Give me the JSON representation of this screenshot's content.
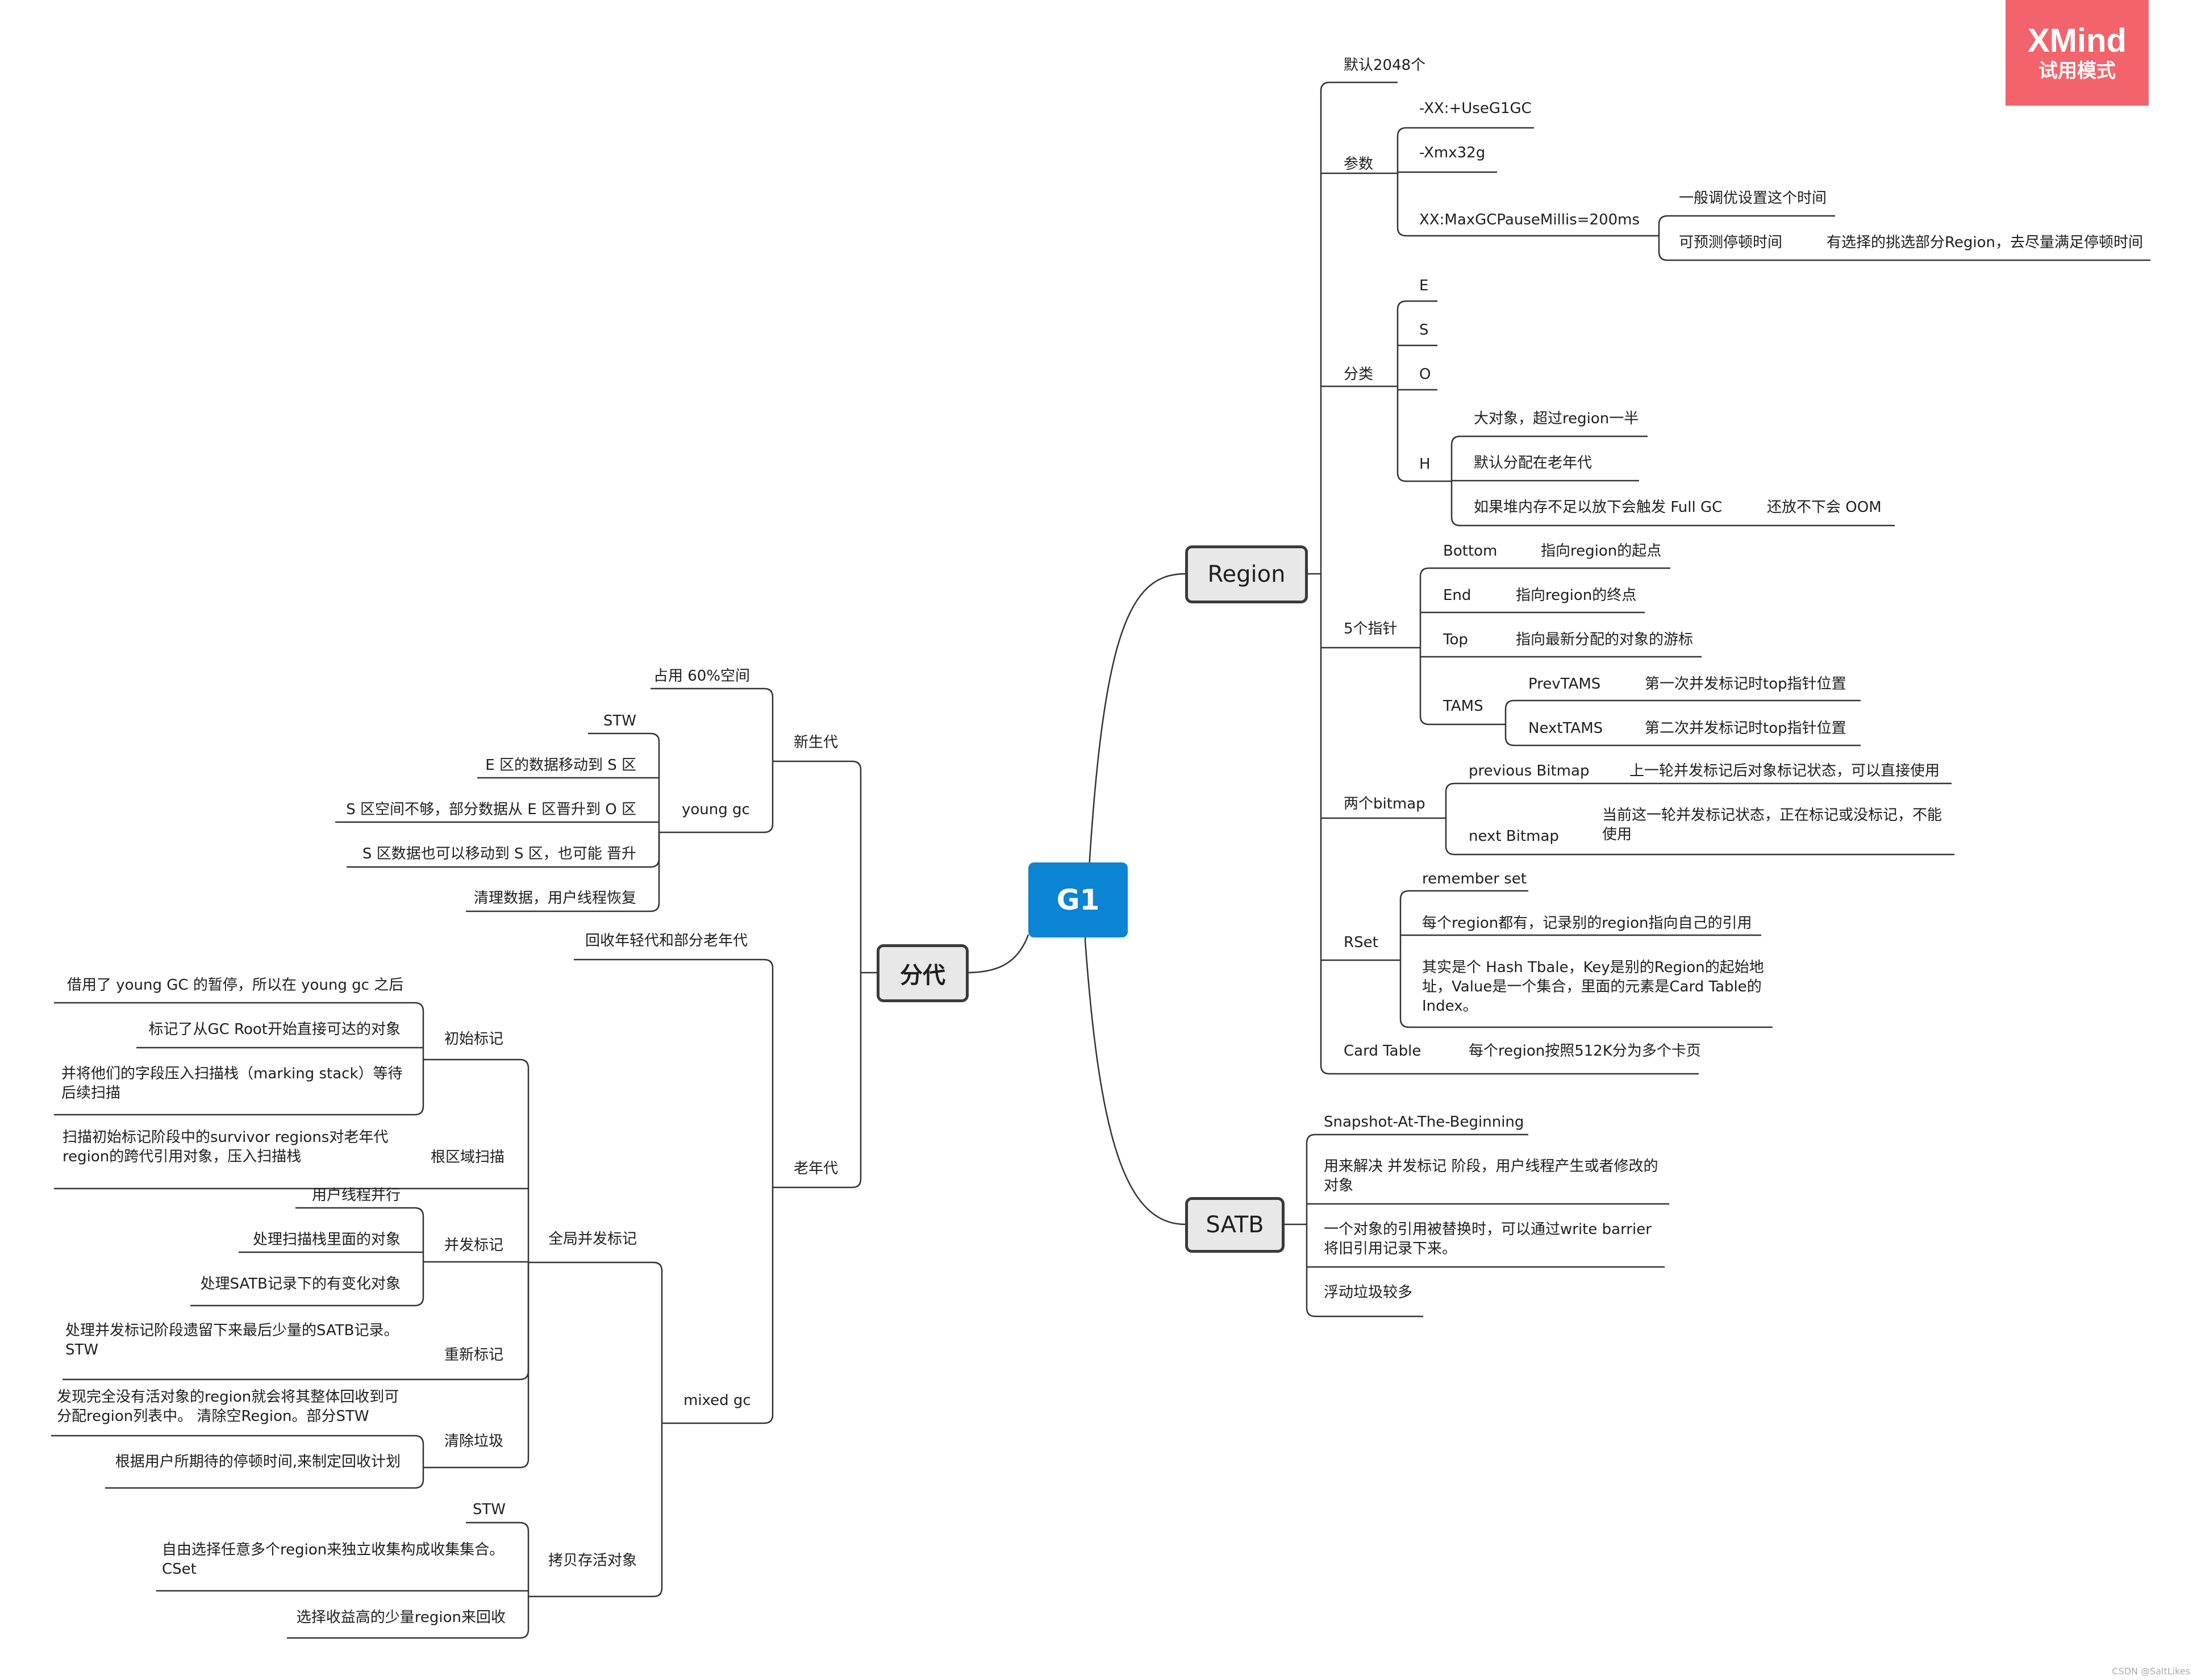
{
  "badge": {
    "brand": "XMind",
    "mode": "试用模式"
  },
  "watermark": "CSDN @SaltLikes",
  "colors": {
    "line": "#333333",
    "central_fill": "#0b84d4",
    "topic_fill": "#e8e8e8",
    "badge": "#f2636b"
  },
  "central": "G1",
  "region": {
    "title": "Region",
    "default_count": "默认2048个",
    "params": {
      "label": "参数",
      "p1": "-XX:+UseG1GC",
      "p2": "-Xmx32g",
      "p3": "XX:MaxGCPauseMillis=200ms",
      "p3_note1": "一般调优设置这个时间",
      "p3_note2": "可预测停顿时间",
      "p3_note2_detail": "有选择的挑选部分Region，去尽量满足停顿时间"
    },
    "classify": {
      "label": "分类",
      "e": "E",
      "s": "S",
      "o": "O",
      "h": "H",
      "h1": "大对象，超过region一半",
      "h2": "默认分配在老年代",
      "h3": "如果堆内存不足以放下会触发 Full GC",
      "h3_note": "还放不下会 OOM"
    },
    "pointers": {
      "label": "5个指针",
      "bottom": "Bottom",
      "bottom_desc": "指向region的起点",
      "end": "End",
      "end_desc": "指向region的终点",
      "top": "Top",
      "top_desc": "指向最新分配的对象的游标",
      "tams": "TAMS",
      "prev": "PrevTAMS",
      "prev_desc": "第一次并发标记时top指针位置",
      "next": "NextTAMS",
      "next_desc": "第二次并发标记时top指针位置"
    },
    "bitmap": {
      "label": "两个bitmap",
      "prev": "previous Bitmap",
      "prev_desc": "上一轮并发标记后对象标记状态，可以直接使用",
      "next": "next Bitmap",
      "next_desc": "当前这一轮并发标记状态，正在标记或没标记，不能使用"
    },
    "rset": {
      "label": "RSet",
      "r1": "remember set",
      "r2": "每个region都有，记录别的region指向自己的引用",
      "r3": "其实是个 Hash Tbale，Key是别的Region的起始地址，Value是一个集合，里面的元素是Card Table的Index。"
    },
    "card": {
      "label": "Card Table",
      "desc": "每个region按照512K分为多个卡页"
    }
  },
  "satb": {
    "title": "SATB",
    "s1": "Snapshot-At-The-Beginning",
    "s2": "用来解决 并发标记 阶段，用户线程产生或者修改的对象",
    "s3": "一个对象的引用被替换时，可以通过write barrier将旧引用记录下来。",
    "s4": "浮动垃圾较多"
  },
  "gen": {
    "title": "分代",
    "young": {
      "label": "新生代",
      "occupy": "占用 60%空间",
      "ygc": "young gc",
      "y1": "STW",
      "y2": "E 区的数据移动到 S 区",
      "y3": "S 区空间不够，部分数据从 E 区晋升到 O 区",
      "y4": "S 区数据也可以移动到 S 区，也可能 晋升",
      "y5": "清理数据，用户线程恢复"
    },
    "old": {
      "label": "老年代",
      "recycle": "回收年轻代和部分老年代",
      "mixed": "mixed gc",
      "global": "全局并发标记",
      "init": "初始标记",
      "init1": "借用了 young GC 的暂停，所以在 young gc 之后",
      "init2": "标记了从GC Root开始直接可达的对象",
      "init3": "并将他们的字段压入扫描栈（marking stack）等待后续扫描",
      "root": "根区域扫描",
      "root1": "扫描初始标记阶段中的survivor regions对老年代region的跨代引用对象，压入扫描栈",
      "concur": "并发标记",
      "c1": "用户线程并行",
      "c2": "处理扫描栈里面的对象",
      "c3": "处理SATB记录下的有变化对象",
      "remark": "重新标记",
      "remark1": "处理并发标记阶段遗留下来最后少量的SATB记录。STW",
      "clean": "清除垃圾",
      "clean1": "发现完全没有活对象的region就会将其整体回收到可分配region列表中。 清除空Region。部分STW",
      "clean2": "根据用户所期待的停顿时间,来制定回收计划",
      "copy": "拷贝存活对象",
      "copy1": "STW",
      "copy2": "自由选择任意多个region来独立收集构成收集集合。CSet",
      "copy3": "选择收益高的少量region来回收"
    }
  }
}
